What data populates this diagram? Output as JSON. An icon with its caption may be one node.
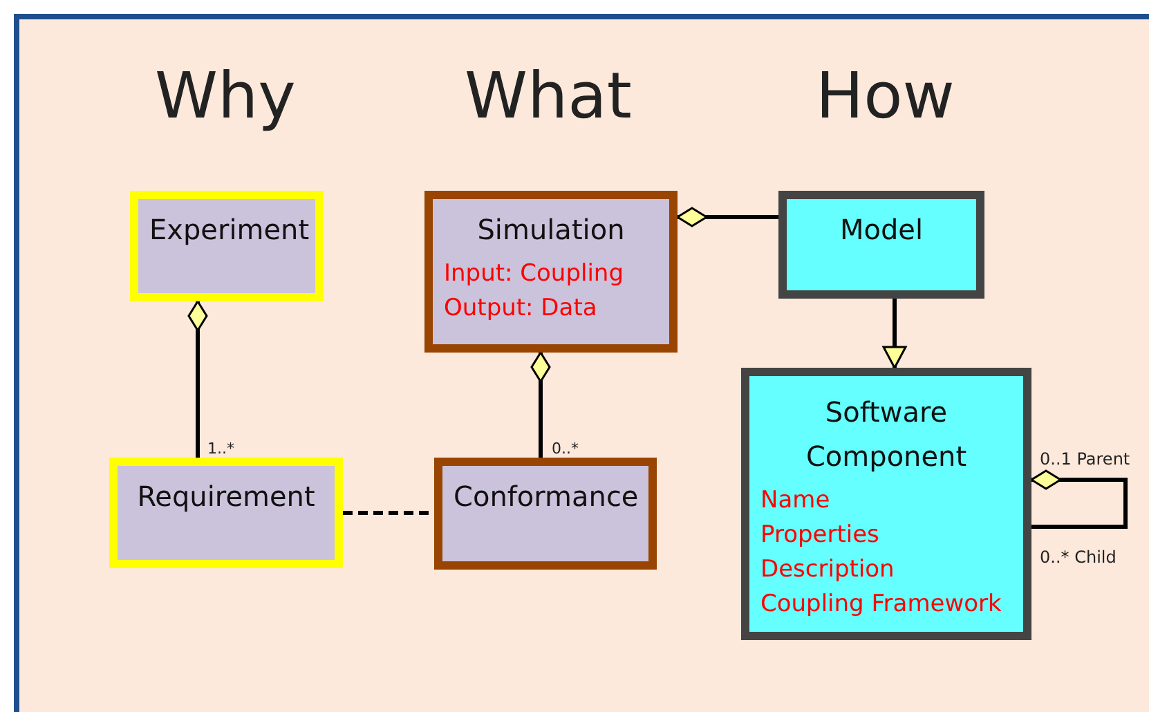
{
  "diagram": {
    "nodes": [
      {
        "text": [
          "Experiment"
        ]
      },
      {
        "text": [
          "Simulation",
          "Input: Coupling",
          "Output: Data"
        ]
      },
      {
        "text": [
          "Model"
        ]
      },
      {
        "text": [
          "Requirement"
        ]
      },
      {
        "text": [
          "Conformance"
        ]
      },
      {
        "text": [
          "Software Component",
          "Name",
          "Properties",
          "Description",
          "Coupling Framework"
        ]
      }
    ],
    "edges": [
      {
        "from": 0,
        "to": 3,
        "arrow": "other"
      },
      {
        "from": 1,
        "to": 4,
        "arrow": "other"
      },
      {
        "from": 1,
        "to": 2,
        "arrow": "other"
      },
      {
        "from": 2,
        "to": 5,
        "arrow": "to"
      },
      {
        "from": 3,
        "to": 4,
        "arrow": "none",
        "style": "dashed"
      },
      {
        "from": 5,
        "to": 5,
        "arrow": "other"
      }
    ],
    "labels": [
      "Why",
      "What",
      "How",
      "1..*",
      "0..*",
      "0..1 Parent",
      "0..* Child"
    ]
  }
}
